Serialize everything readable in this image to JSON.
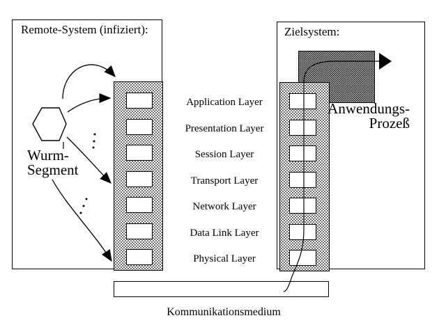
{
  "diagram": {
    "remote_system_title": "Remote-System (infiziert):",
    "target_system_title": "Zielsystem:",
    "worm_segment": {
      "line1": "Wurm-",
      "line2": "Segment"
    },
    "application_process": {
      "line1": "Anwendungs-",
      "line2": "Prozeß"
    },
    "layers": [
      "Application Layer",
      "Presentation Layer",
      "Session Layer",
      "Transport Layer",
      "Network Layer",
      "Data Link Layer",
      "Physical Layer"
    ],
    "medium_label": "Kommunikationsmedium",
    "colors": {
      "ink": "#000000",
      "paper": "#ffffff"
    }
  }
}
